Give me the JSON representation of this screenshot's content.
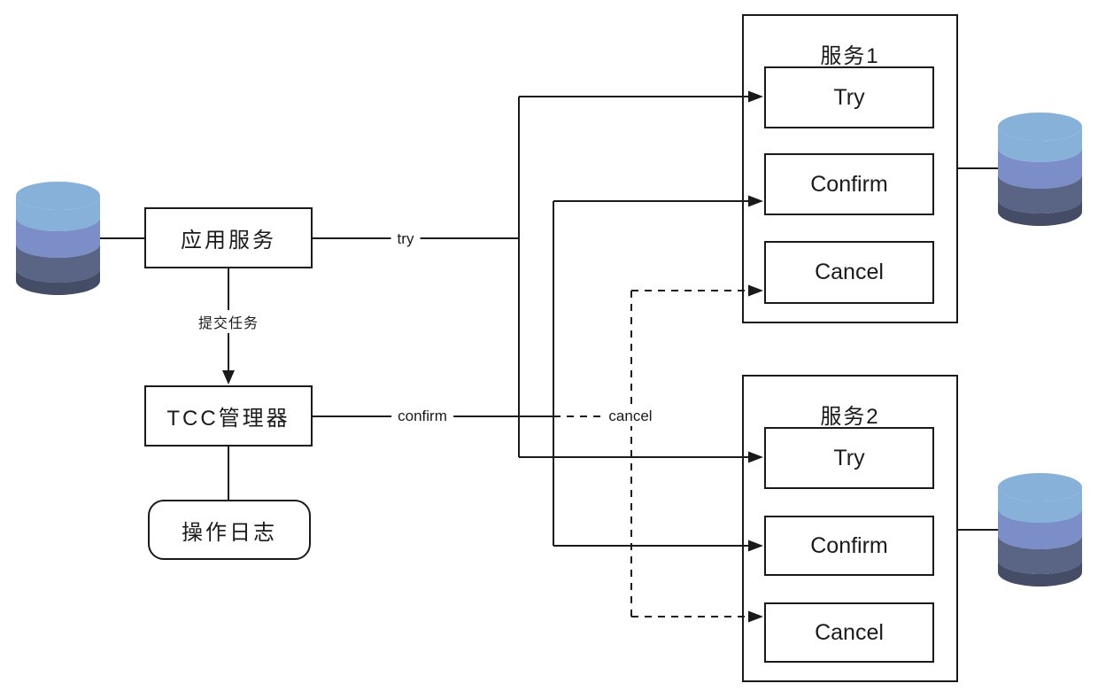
{
  "colors": {
    "line": "#1a1a1a",
    "cylinder_top": "#88B1DA",
    "cylinder_upper": "#7C8EC7",
    "cylinder_lower": "#5A6585",
    "cylinder_bottom": "#444D65"
  },
  "nodes": {
    "app_service": {
      "label": "应用服务"
    },
    "tcc_manager": {
      "label": "TCC管理器"
    },
    "operation_log": {
      "label": "操作日志"
    },
    "service1": {
      "title": "服务1",
      "operations": [
        "Try",
        "Confirm",
        "Cancel"
      ]
    },
    "service2": {
      "title": "服务2",
      "operations": [
        "Try",
        "Confirm",
        "Cancel"
      ]
    },
    "databases": {
      "icon": "database-cylinder",
      "count": 3
    }
  },
  "edges": {
    "submit_task_label": "提交任务",
    "try_label": "try",
    "confirm_label": "confirm",
    "cancel_label": "cancel"
  }
}
